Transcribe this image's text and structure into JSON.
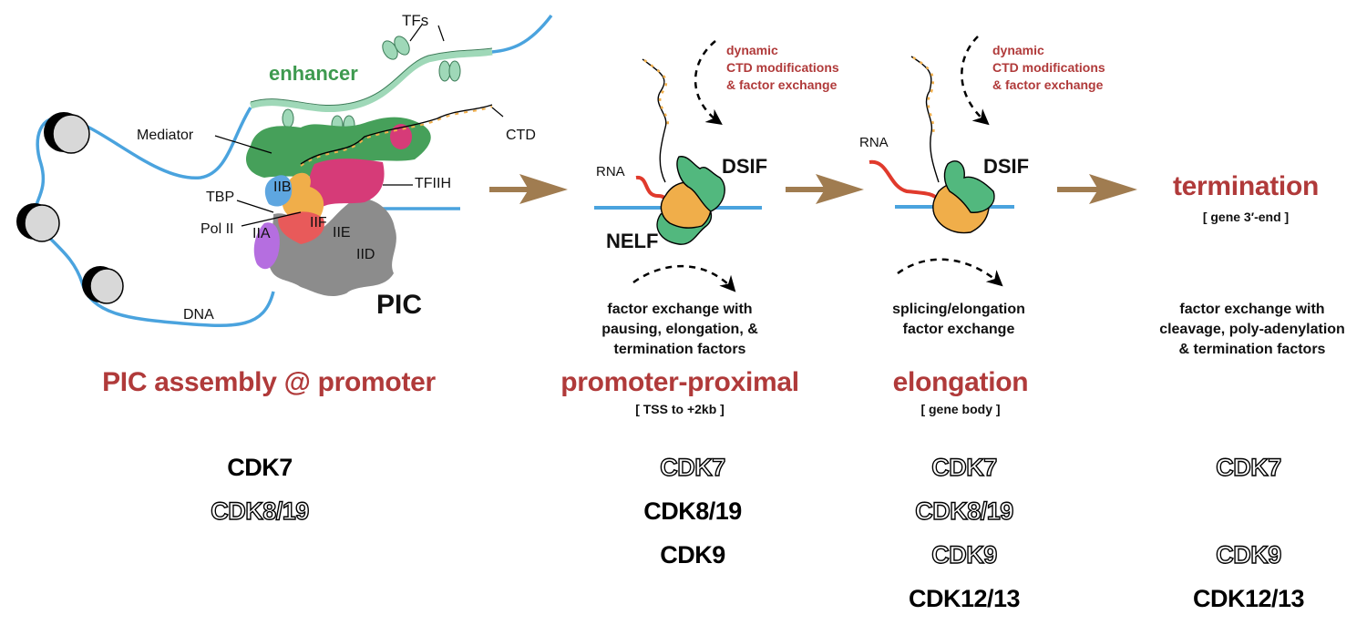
{
  "colors": {
    "dna": "#4aa3de",
    "enhancer": "#9fd8b8",
    "mediator": "#46a05a",
    "tfiih": "#d63b78",
    "pol2": "#f0ae4a",
    "tfiib": "#5ea6e0",
    "tfiif": "#e85a5a",
    "tfiia": "#b56ee0",
    "tfiid": "#8c8c8c",
    "dsif_nelf": "#52b87e",
    "rna": "#e03a2c",
    "stage_arrow": "#a07c50",
    "stage_title": "#b03a3a"
  },
  "pic_panel": {
    "tfs_label": "TFs",
    "enhancer_label": "enhancer",
    "mediator_label": "Mediator",
    "ctd_label": "CTD",
    "tfiih_label": "TFIIH",
    "tbp_label": "TBP",
    "pol2_label": "Pol II",
    "iib_label": "IIB",
    "iif_label": "IIF",
    "iie_label": "IIE",
    "iia_label": "IIA",
    "iid_label": "IID",
    "dna_label": "DNA",
    "pic_label": "PIC"
  },
  "stages": [
    {
      "id": "pic",
      "title": "PIC assembly @ promoter",
      "region": "",
      "description": [],
      "cdks": [
        {
          "name": "CDK7",
          "active": true
        },
        {
          "name": "CDK8/19",
          "active": false
        }
      ]
    },
    {
      "id": "promoter-proximal",
      "title": "promoter-proximal",
      "region": "[ TSS to +2kb ]",
      "rna_label": "RNA",
      "dsif_label": "DSIF",
      "nelf_label": "NELF",
      "dynamic_note": [
        "dynamic",
        "CTD modifications",
        "& factor exchange"
      ],
      "description": [
        "factor exchange with",
        "pausing, elongation, &",
        "termination factors"
      ],
      "cdks": [
        {
          "name": "CDK7",
          "active": false
        },
        {
          "name": "CDK8/19",
          "active": true
        },
        {
          "name": "CDK9",
          "active": true
        }
      ]
    },
    {
      "id": "elongation",
      "title": "elongation",
      "region": "[ gene body ]",
      "rna_label": "RNA",
      "dsif_label": "DSIF",
      "dynamic_note": [
        "dynamic",
        "CTD modifications",
        "& factor exchange"
      ],
      "description": [
        "splicing/elongation",
        "factor exchange"
      ],
      "cdks": [
        {
          "name": "CDK7",
          "active": false
        },
        {
          "name": "CDK8/19",
          "active": false
        },
        {
          "name": "CDK9",
          "active": false
        },
        {
          "name": "CDK12/13",
          "active": true
        }
      ]
    },
    {
      "id": "termination",
      "title": "termination",
      "region": "[ gene 3′-end ]",
      "description": [
        "factor exchange with",
        "cleavage, poly-adenylation",
        "& termination factors"
      ],
      "cdks": [
        {
          "name": "CDK7",
          "active": false
        },
        {
          "name": "CDK9",
          "active": false
        },
        {
          "name": "CDK12/13",
          "active": true
        }
      ]
    }
  ]
}
